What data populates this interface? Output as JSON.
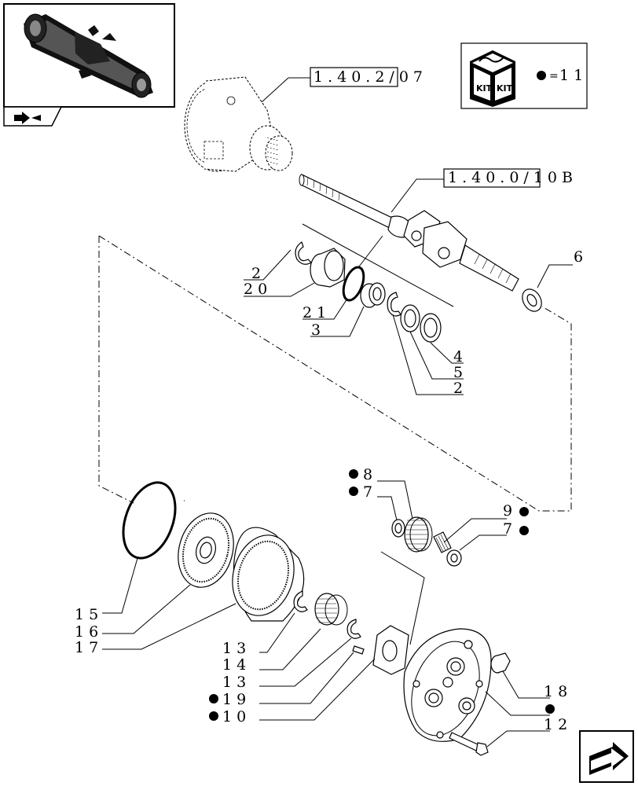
{
  "references": {
    "diff_housing": "1.40.2/07",
    "axle_shaft": "1.40.0/10B"
  },
  "kit": {
    "label_left": "KIT",
    "label_right": "KIT",
    "quantity": "11"
  },
  "callouts": {
    "c6": "6",
    "c2a": "2",
    "c20": "20",
    "c21": "21",
    "c3": "3",
    "c4": "4",
    "c5": "5",
    "c2b": "2",
    "c8": "8",
    "c7a": "7",
    "c9": "9",
    "c7b": "7",
    "c15": "15",
    "c16": "16",
    "c17": "17",
    "c13a": "13",
    "c14": "14",
    "c13b": "13",
    "c19": "19",
    "c10": "10",
    "c18": "18",
    "c12": "12"
  },
  "icons": {
    "thumbnail": "axle-assembly-thumbnail",
    "folder": "folder-arrow-icon",
    "next": "next-page-arrow-icon",
    "kit_marker": "filled-circle-bullet"
  }
}
